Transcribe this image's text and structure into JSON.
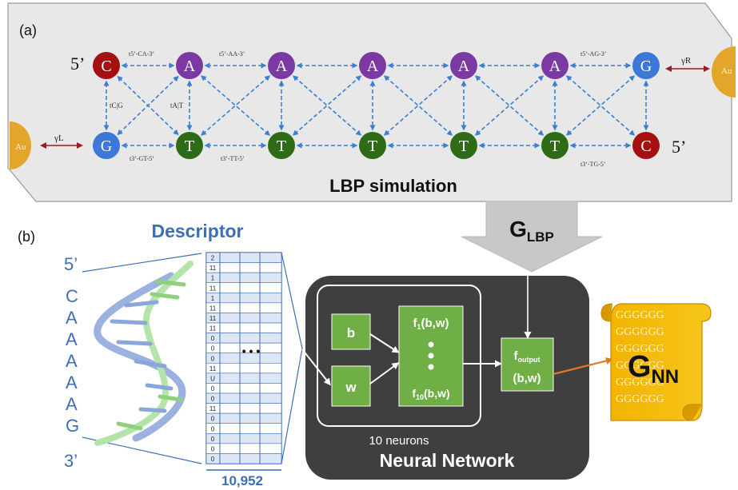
{
  "panel_a": {
    "label": "(a)",
    "title": "LBP simulation",
    "end_top": "5’",
    "end_bottom": "5’",
    "electrode": "Au",
    "gamma_left": "γL",
    "gamma_right": "γR",
    "top_strand": [
      "C",
      "A",
      "A",
      "A",
      "A",
      "A",
      "G"
    ],
    "bottom_strand": [
      "G",
      "T",
      "T",
      "T",
      "T",
      "T",
      "C"
    ],
    "hopping_labels": {
      "t_top_1": "t5’-CA-3’",
      "t_top_2": "t5’-AA-3’",
      "t_top_3": "t5’-AG-3’",
      "t_bot_1": "t3’-GT-5’",
      "t_bot_2": "t3’-TT-5’",
      "t_bot_3": "t3’-TG-5’",
      "t_pair_cg": "tC|G",
      "t_pair_at": "tA|T"
    },
    "base_colors": {
      "C": "#a50f0f",
      "A": "#7b3aa3",
      "G": "#3b78d8",
      "T": "#2e6b16",
      "Au": "#e3a52b"
    }
  },
  "panel_b": {
    "label": "(b)",
    "descriptor_title": "Descriptor",
    "end_5": "5’",
    "end_3": "3’",
    "sequence": [
      "C",
      "A",
      "A",
      "A",
      "A",
      "A",
      "G"
    ],
    "descriptor_column": [
      "2",
      "11",
      "1",
      "11",
      "1",
      "11",
      "11",
      "11",
      "0",
      "0",
      "0",
      "11",
      "U",
      "0",
      "0",
      "11",
      "0",
      "0",
      "0",
      "0",
      "0"
    ],
    "descriptor_ellipsis": "• • •",
    "descriptor_count": "10,952",
    "g_lbp_main": "G",
    "g_lbp_sub": "LBP",
    "nn_title": "Neural Network",
    "neurons_label": "10 neurons",
    "input_b": "b",
    "input_w": "w",
    "f1_label": "f",
    "f1_sub": "1",
    "f1_args": "(b,w)",
    "f10_label": "f",
    "f10_sub": "10",
    "f10_args": "(b,w)",
    "foutput_label": "f",
    "foutput_sub": "output",
    "foutput_args": "(b,w)",
    "gnn_main": "G",
    "gnn_sub": "NN",
    "scroll_text": "GGGGGG"
  }
}
